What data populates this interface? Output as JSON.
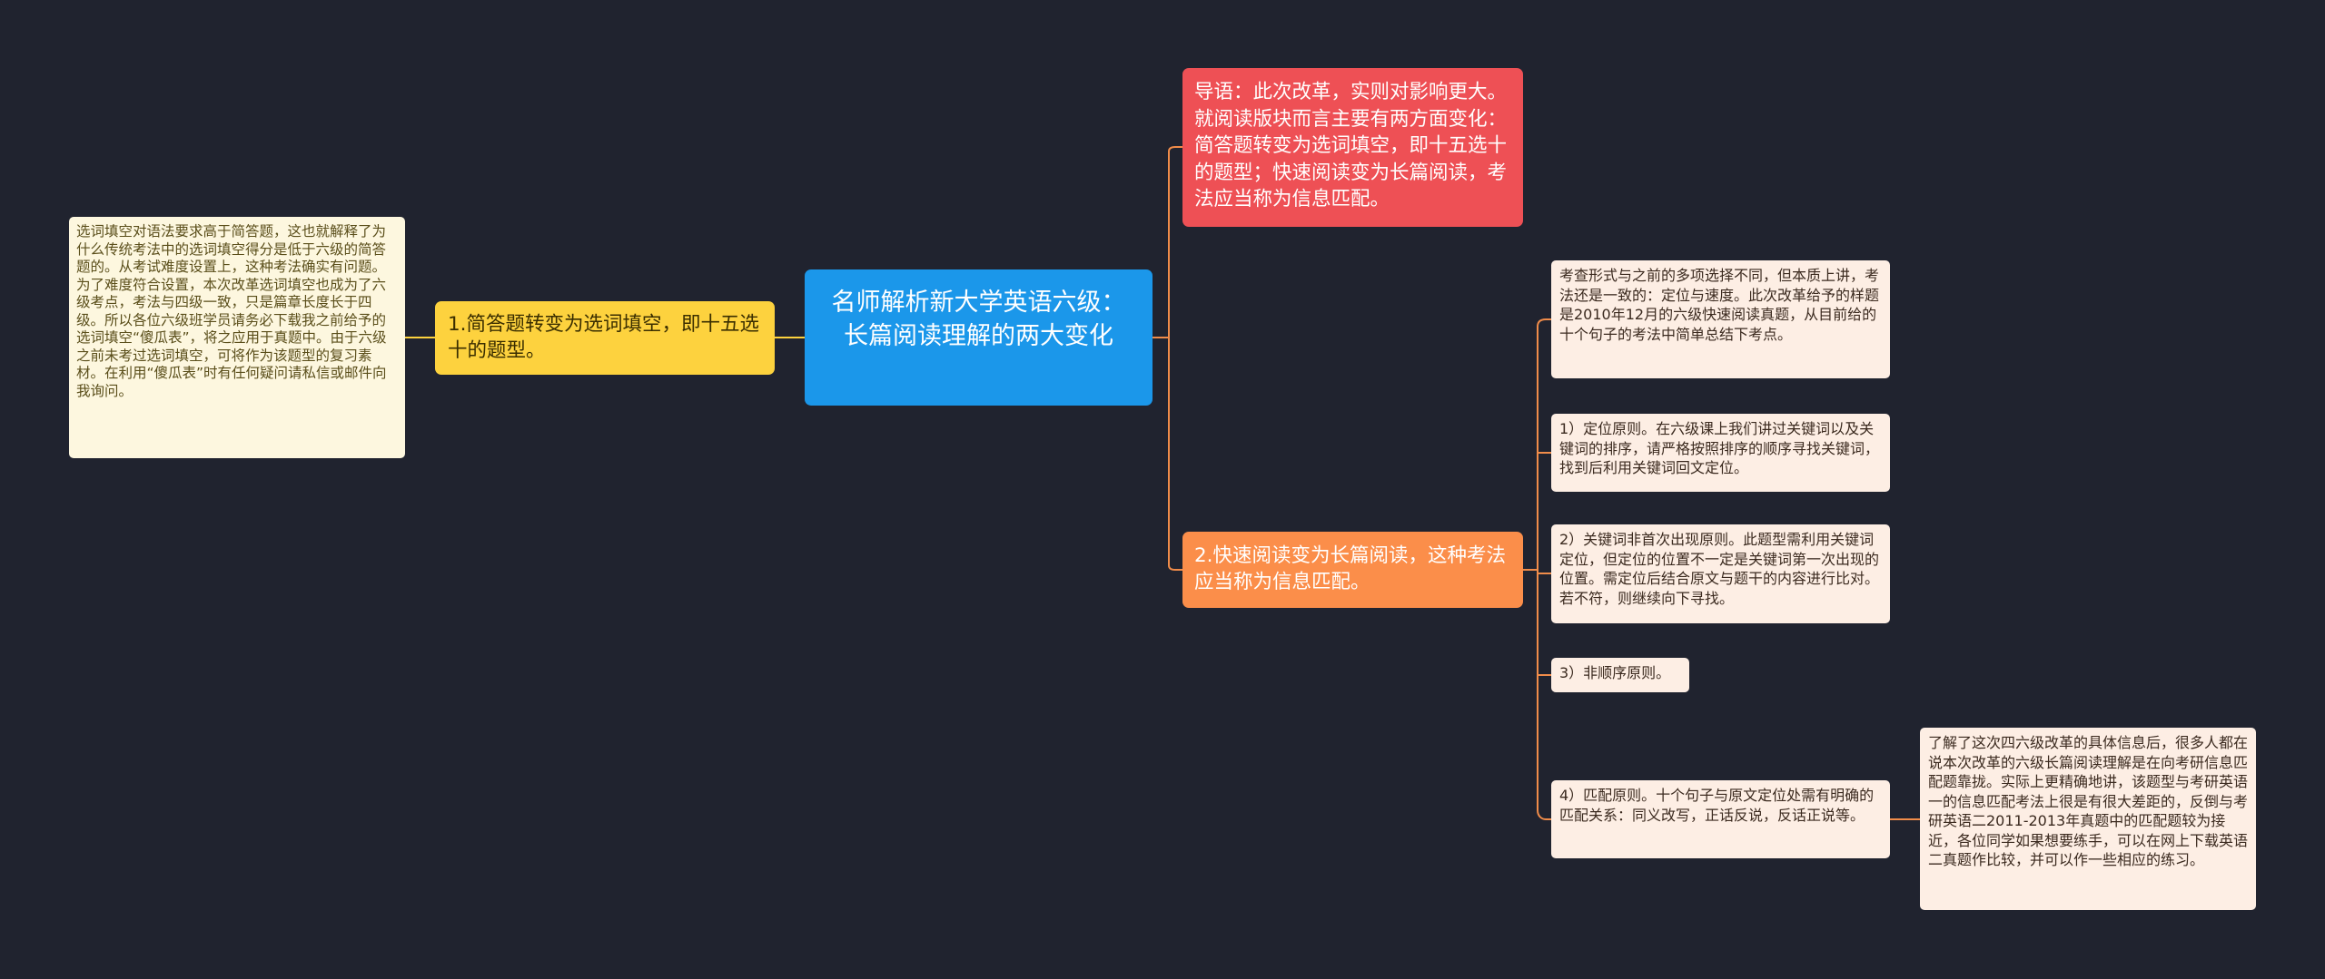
{
  "root": {
    "label": "名师解析新大学英语六级：长篇阅读理解的两大变化"
  },
  "intro": {
    "text": "导语：此次改革，实则对影响更大。就阅读版块而言主要有两方面变化：简答题转变为选词填空，即十五选十的题型；快速阅读变为长篇阅读，考法应当称为信息匹配。"
  },
  "branch1": {
    "label": "1.简答题转变为选词填空，即十五选十的题型。",
    "detail": "选词填空对语法要求高于简答题，这也就解释了为什么传统考法中的选词填空得分是低于六级的简答题的。从考试难度设置上，这种考法确实有问题。为了难度符合设置，本次改革选词填空也成为了六级考点，考法与四级一致，只是篇章长度长于四级。所以各位六级班学员请务必下载我之前给予的选词填空“傻瓜表”，将之应用于真题中。由于六级之前未考过选词填空，可将作为该题型的复习素材。在利用“傻瓜表”时有任何疑问请私信或邮件向我询问。"
  },
  "branch2": {
    "label": "2.快速阅读变为长篇阅读，这种考法应当称为信息匹配。",
    "items": [
      "考查形式与之前的多项选择不同，但本质上讲，考法还是一致的：定位与速度。此次改革给予的样题是2010年12月的六级快速阅读真题，从目前给的十个句子的考法中简单总结下考点。",
      "1）定位原则。在六级课上我们讲过关键词以及关键词的排序，请严格按照排序的顺序寻找关键词，找到后利用关键词回文定位。",
      "2）关键词非首次出现原则。此题型需利用关键词定位，但定位的位置不一定是关键词第一次出现的位置。需定位后结合原文与题干的内容进行比对。若不符，则继续向下寻找。",
      "3）非顺序原则。",
      "4）匹配原则。十个句子与原文定位处需有明确的匹配关系：同义改写，正话反说，反话正说等。"
    ],
    "sub_detail": "了解了这次四六级改革的具体信息后，很多人都在说本次改革的六级长篇阅读理解是在向考研信息匹配题靠拢。实际上更精确地讲，该题型与考研英语一的信息匹配考法上很是有很大差距的，反倒与考研英语二2011-2013年真题中的匹配题较为接近，各位同学如果想要练手，可以在网上下载英语二真题作比较，并可以作一些相应的练习。"
  },
  "colors": {
    "background": "#20232f",
    "root": "#1b97ea",
    "intro": "#ee5055",
    "branch1": "#fdd23e",
    "branch2": "#fb8e4a",
    "leaf_yellow": "#fdf7df",
    "leaf_orange": "#fdeee4",
    "connector": "#f08c4a"
  }
}
